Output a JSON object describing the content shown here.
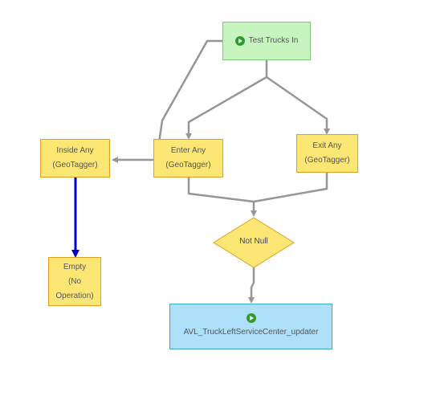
{
  "nodes": {
    "test_trucks_in": {
      "label": "Test Trucks In",
      "icon": "play-icon"
    },
    "inside_any": {
      "line1": "Inside Any",
      "line2": "(GeoTagger)"
    },
    "enter_any": {
      "line1": "Enter Any",
      "line2": "(GeoTagger)"
    },
    "exit_any": {
      "line1": "Exit Any",
      "line2": "(GeoTagger)"
    },
    "not_null": {
      "label": "Not Null"
    },
    "empty": {
      "line1": "Empty",
      "line2": "(No",
      "line3": "Operation)"
    },
    "avl_updater": {
      "label": "AVL_TruckLeftServiceCenter_updater",
      "icon": "play-icon"
    }
  },
  "colors": {
    "connector": "#969696",
    "connector_highlight": "#0000cc",
    "green_fill": "#c6f5c0",
    "yellow_fill": "#fde774",
    "blue_fill": "#aee0fa"
  }
}
